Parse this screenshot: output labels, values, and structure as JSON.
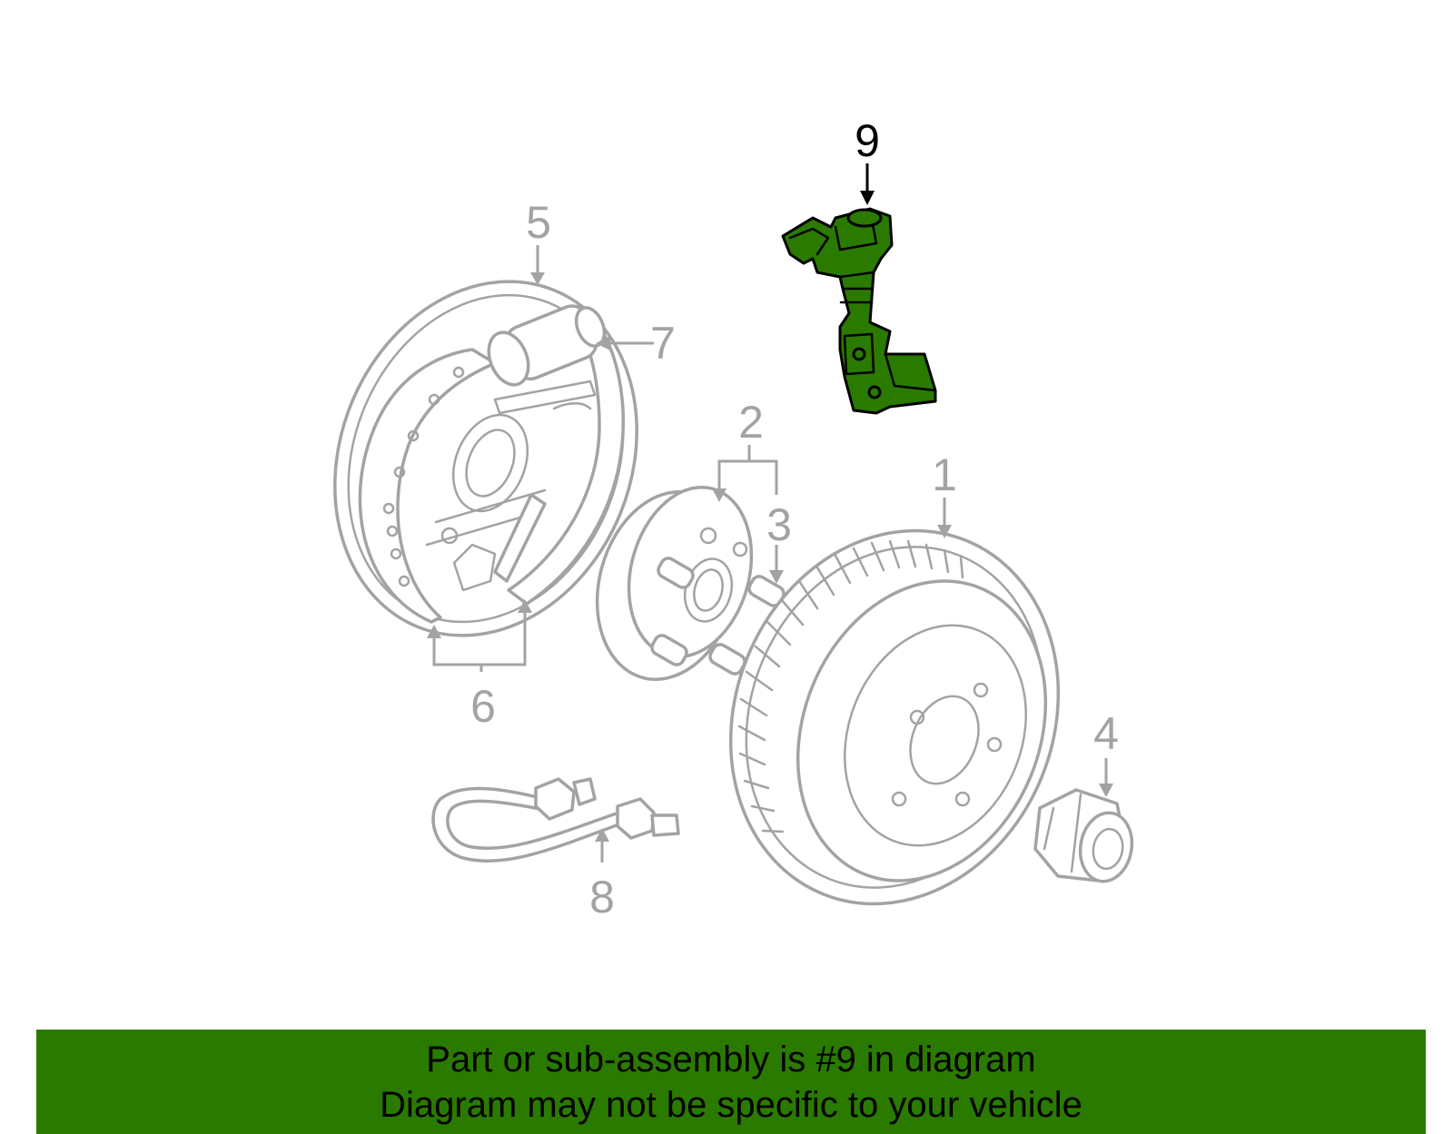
{
  "diagram": {
    "highlighted_part": "9",
    "callouts": [
      "1",
      "2",
      "3",
      "4",
      "5",
      "6",
      "7",
      "8",
      "9"
    ],
    "colors": {
      "highlight_fill": "#2b7a00",
      "part_lines": "#a3a3a3",
      "active_callout": "#000000",
      "background": "#ffffff"
    }
  },
  "banner": {
    "line1": "Part or sub-assembly is #9 in diagram",
    "line2": "Diagram may not be specific to your vehicle",
    "background": "#2b7a00"
  }
}
